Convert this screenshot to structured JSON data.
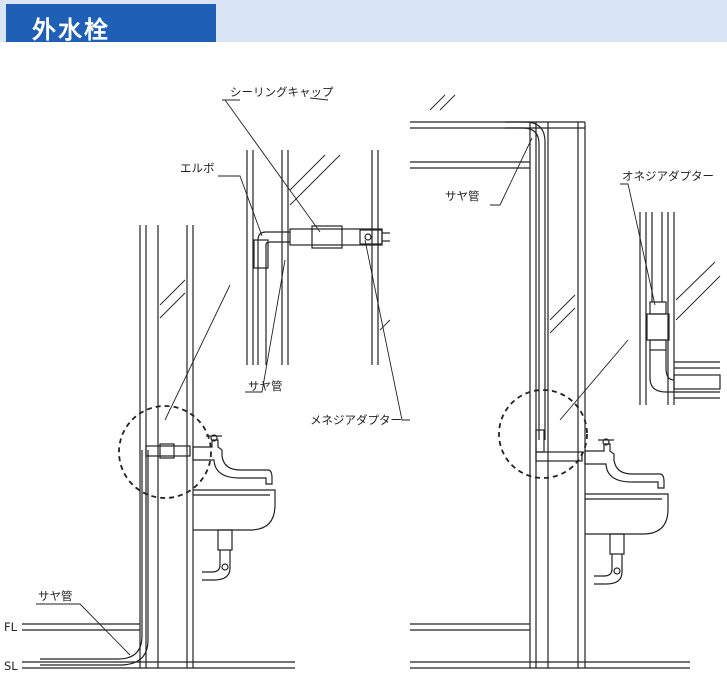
{
  "header": {
    "title": "外水栓",
    "tab_color": "#1f5fb5",
    "bar_color": "#d9e4f5"
  },
  "labels": {
    "sealing_cap": "シーリングキャップ",
    "elbow": "エルボ",
    "saya_pipe_detail": "サヤ管",
    "male_adapter": "メネジアダプター",
    "saya_pipe_left": "サヤ管",
    "fl": "FL",
    "sl": "SL",
    "saya_pipe_right": "サヤ管",
    "female_adapter": "オネジアダプター"
  },
  "colors": {
    "line": "#222222"
  }
}
